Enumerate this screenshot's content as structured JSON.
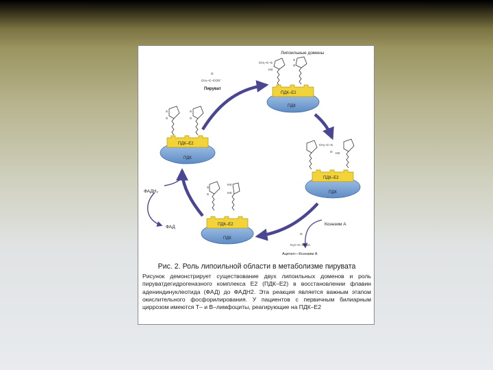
{
  "diagram": {
    "lipoyl_domains_label": "Липоильные домены",
    "pyruvate_label": "Пируват",
    "pyruvate_formula": "CH₃–C–COO⁻",
    "pyruvate_oxygen": "O",
    "acetyl_formula": "CH₃–C–S",
    "acetyl_oxygen": "O",
    "coenzyme_a_label": "Коэнзим А",
    "acetyl_coa_formula": "H₃C–C–SCoA",
    "acetyl_coa_oxygen": "O",
    "acetyl_coa_label": "Ацетил—Коэнзим А",
    "fadh2_label": "ФАДН₂",
    "fad_label": "ФАД",
    "sulfur": "S",
    "hs_label": "HS",
    "complexes": [
      {
        "e2_label": "ПДК–Е2",
        "pdk_label": "ПДК"
      },
      {
        "e2_label": "ПДК–Е2",
        "pdk_label": "ПДК"
      },
      {
        "e2_label": "ПДК–Е2",
        "pdk_label": "ПДК"
      },
      {
        "e2_label": "ПДК–Е2",
        "pdk_label": "ПДК"
      }
    ],
    "colors": {
      "arrow": "#4b4691",
      "pdk_oval": "#7aa5d6",
      "e2_block": "#f2d33a"
    }
  },
  "caption": {
    "title": "Рис. 2. Роль липоильной области в метаболизме пирувата",
    "body": "Рисунок демонстрирует существование двух липоильных доменов и роль пируватдегидрогеназного комплекса Е2 (ПДК–Е2) в восстановлении флавин адениндинуклеотида (ФАД) до ФАДН2. Эта реакция является важным этапом окислительного фосфорилирования. У пациентов с первичным билиарным циррозом имеются Т– и В–лимфоциты, реагирующие на ПДК–Е2"
  }
}
